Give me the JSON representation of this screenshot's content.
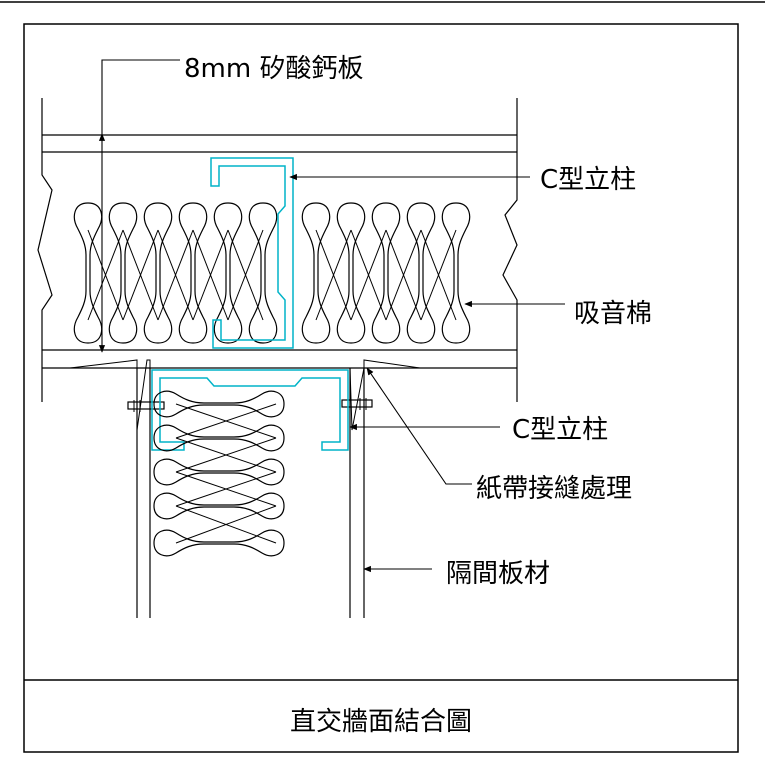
{
  "labels": {
    "board": "8mm 矽酸鈣板",
    "stud_upper": "C型立柱",
    "insulation": "吸音棉",
    "stud_lower": "C型立柱",
    "joint": "紙帶接縫處理",
    "panel": "隔間板材"
  },
  "title": "直交牆面結合圖",
  "colors": {
    "line": "#000000",
    "stud": "#00b4c8",
    "background": "#ffffff"
  }
}
